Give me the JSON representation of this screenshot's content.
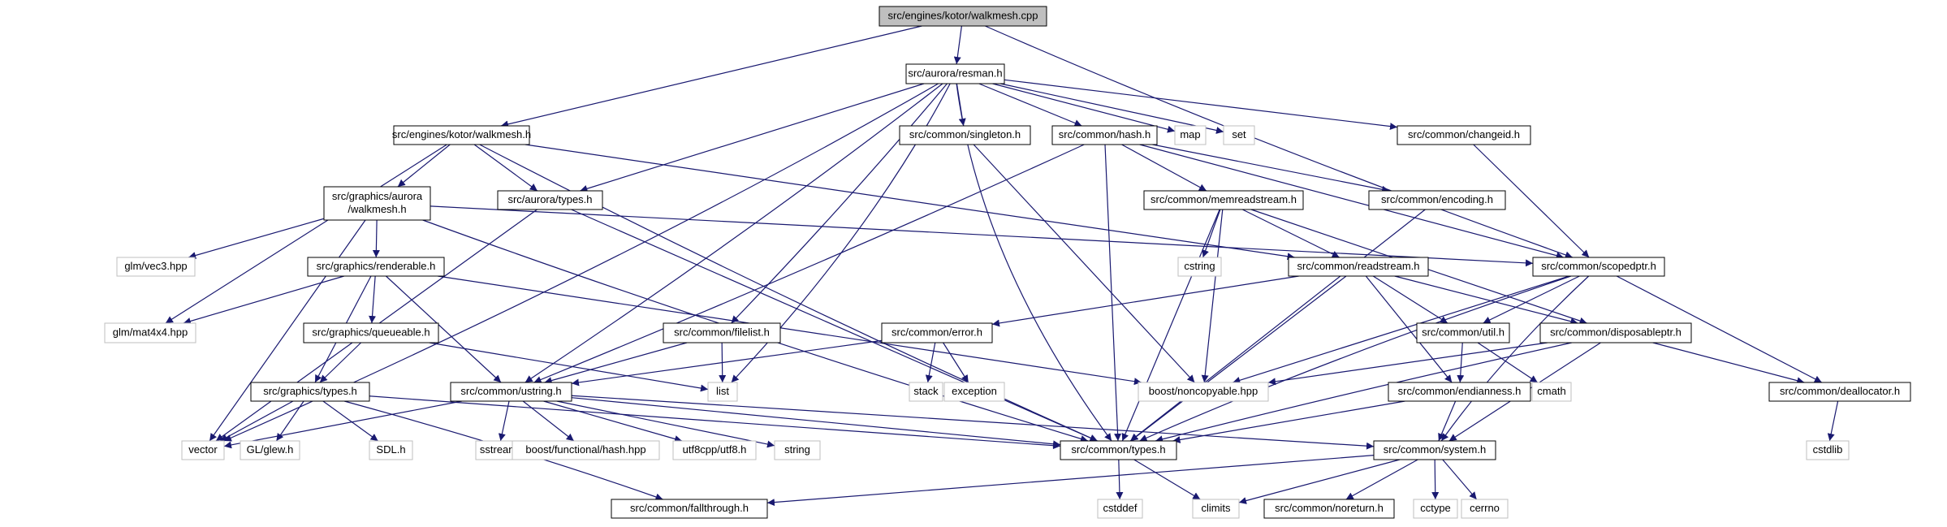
{
  "nodes": [
    {
      "id": "walkmesh_cpp",
      "label": "src/engines/kotor/walkmesh.cpp",
      "kind": "root"
    },
    {
      "id": "resman",
      "label": "src/aurora/resman.h",
      "kind": "documented"
    },
    {
      "id": "walkmesh_h",
      "label": "src/engines/kotor/walkmesh.h",
      "kind": "documented"
    },
    {
      "id": "singleton",
      "label": "src/common/singleton.h",
      "kind": "documented"
    },
    {
      "id": "hash",
      "label": "src/common/hash.h",
      "kind": "documented"
    },
    {
      "id": "map",
      "label": "map",
      "kind": "system"
    },
    {
      "id": "set",
      "label": "set",
      "kind": "system"
    },
    {
      "id": "changeid",
      "label": "src/common/changeid.h",
      "kind": "documented"
    },
    {
      "id": "gfx_aurora_walkmesh",
      "label": "src/graphics/aurora\n/walkmesh.h",
      "kind": "documented"
    },
    {
      "id": "aurora_types",
      "label": "src/aurora/types.h",
      "kind": "documented"
    },
    {
      "id": "memreadstream",
      "label": "src/common/memreadstream.h",
      "kind": "documented"
    },
    {
      "id": "encoding",
      "label": "src/common/encoding.h",
      "kind": "documented"
    },
    {
      "id": "glm_vec3",
      "label": "glm/vec3.hpp",
      "kind": "system"
    },
    {
      "id": "renderable",
      "label": "src/graphics/renderable.h",
      "kind": "documented"
    },
    {
      "id": "cstring",
      "label": "cstring",
      "kind": "system"
    },
    {
      "id": "readstream",
      "label": "src/common/readstream.h",
      "kind": "documented"
    },
    {
      "id": "scopedptr",
      "label": "src/common/scopedptr.h",
      "kind": "documented"
    },
    {
      "id": "glm_mat4x4",
      "label": "glm/mat4x4.hpp",
      "kind": "system"
    },
    {
      "id": "queueable",
      "label": "src/graphics/queueable.h",
      "kind": "documented"
    },
    {
      "id": "filelist",
      "label": "src/common/filelist.h",
      "kind": "documented"
    },
    {
      "id": "error",
      "label": "src/common/error.h",
      "kind": "documented"
    },
    {
      "id": "util",
      "label": "src/common/util.h",
      "kind": "documented"
    },
    {
      "id": "disposableptr",
      "label": "src/common/disposableptr.h",
      "kind": "documented"
    },
    {
      "id": "gfx_types",
      "label": "src/graphics/types.h",
      "kind": "documented"
    },
    {
      "id": "ustring",
      "label": "src/common/ustring.h",
      "kind": "documented"
    },
    {
      "id": "list",
      "label": "list",
      "kind": "system"
    },
    {
      "id": "stack",
      "label": "stack",
      "kind": "system"
    },
    {
      "id": "exception",
      "label": "exception",
      "kind": "system"
    },
    {
      "id": "noncopyable",
      "label": "boost/noncopyable.hpp",
      "kind": "system"
    },
    {
      "id": "cmath",
      "label": "cmath",
      "kind": "system"
    },
    {
      "id": "endianness",
      "label": "src/common/endianness.h",
      "kind": "documented"
    },
    {
      "id": "deallocator",
      "label": "src/common/deallocator.h",
      "kind": "documented"
    },
    {
      "id": "vector",
      "label": "vector",
      "kind": "system"
    },
    {
      "id": "glew",
      "label": "GL/glew.h",
      "kind": "system"
    },
    {
      "id": "sdl",
      "label": "SDL.h",
      "kind": "system"
    },
    {
      "id": "sstream",
      "label": "sstream",
      "kind": "system"
    },
    {
      "id": "boost_hash",
      "label": "boost/functional/hash.hpp",
      "kind": "system"
    },
    {
      "id": "utf8cpp",
      "label": "utf8cpp/utf8.h",
      "kind": "system"
    },
    {
      "id": "string",
      "label": "string",
      "kind": "system"
    },
    {
      "id": "common_types",
      "label": "src/common/types.h",
      "kind": "documented"
    },
    {
      "id": "system",
      "label": "src/common/system.h",
      "kind": "documented"
    },
    {
      "id": "cstdlib",
      "label": "cstdlib",
      "kind": "system"
    },
    {
      "id": "cstddef",
      "label": "cstddef",
      "kind": "system"
    },
    {
      "id": "climits",
      "label": "climits",
      "kind": "system"
    },
    {
      "id": "fallthrough",
      "label": "src/common/fallthrough.h",
      "kind": "documented"
    },
    {
      "id": "noreturn",
      "label": "src/common/noreturn.h",
      "kind": "documented"
    },
    {
      "id": "cctype",
      "label": "cctype",
      "kind": "system"
    },
    {
      "id": "cerrno",
      "label": "cerrno",
      "kind": "system"
    }
  ],
  "edges": [
    [
      "walkmesh_cpp",
      "resman"
    ],
    [
      "walkmesh_cpp",
      "walkmesh_h"
    ],
    [
      "walkmesh_cpp",
      "scopedptr"
    ],
    [
      "resman",
      "singleton"
    ],
    [
      "resman",
      "hash"
    ],
    [
      "resman",
      "map"
    ],
    [
      "resman",
      "set"
    ],
    [
      "resman",
      "changeid"
    ],
    [
      "resman",
      "aurora_types"
    ],
    [
      "resman",
      "ustring"
    ],
    [
      "resman",
      "filelist"
    ],
    [
      "resman",
      "list"
    ],
    [
      "resman",
      "vector"
    ],
    [
      "resman",
      "common_types"
    ],
    [
      "walkmesh_h",
      "gfx_aurora_walkmesh"
    ],
    [
      "walkmesh_h",
      "aurora_types"
    ],
    [
      "walkmesh_h",
      "readstream"
    ],
    [
      "walkmesh_h",
      "glm_mat4x4"
    ],
    [
      "walkmesh_h",
      "common_types"
    ],
    [
      "singleton",
      "noncopyable"
    ],
    [
      "hash",
      "memreadstream"
    ],
    [
      "hash",
      "encoding"
    ],
    [
      "hash",
      "scopedptr"
    ],
    [
      "hash",
      "ustring"
    ],
    [
      "hash",
      "common_types"
    ],
    [
      "changeid",
      "scopedptr"
    ],
    [
      "gfx_aurora_walkmesh",
      "glm_vec3"
    ],
    [
      "gfx_aurora_walkmesh",
      "renderable"
    ],
    [
      "gfx_aurora_walkmesh",
      "vector"
    ],
    [
      "gfx_aurora_walkmesh",
      "scopedptr"
    ],
    [
      "gfx_aurora_walkmesh",
      "common_types"
    ],
    [
      "aurora_types",
      "vector"
    ],
    [
      "aurora_types",
      "common_types"
    ],
    [
      "memreadstream",
      "cstring"
    ],
    [
      "memreadstream",
      "readstream"
    ],
    [
      "memreadstream",
      "disposableptr"
    ],
    [
      "memreadstream",
      "noncopyable"
    ],
    [
      "memreadstream",
      "common_types"
    ],
    [
      "encoding",
      "common_types"
    ],
    [
      "renderable",
      "glm_mat4x4"
    ],
    [
      "renderable",
      "queueable"
    ],
    [
      "renderable",
      "gfx_types"
    ],
    [
      "renderable",
      "ustring"
    ],
    [
      "renderable",
      "noncopyable"
    ],
    [
      "readstream",
      "error"
    ],
    [
      "readstream",
      "util"
    ],
    [
      "readstream",
      "disposableptr"
    ],
    [
      "readstream",
      "endianness"
    ],
    [
      "readstream",
      "common_types"
    ],
    [
      "scopedptr",
      "util"
    ],
    [
      "scopedptr",
      "deallocator"
    ],
    [
      "scopedptr",
      "noncopyable"
    ],
    [
      "scopedptr",
      "common_types"
    ],
    [
      "scopedptr",
      "system"
    ],
    [
      "queueable",
      "gfx_types"
    ],
    [
      "queueable",
      "list"
    ],
    [
      "filelist",
      "list"
    ],
    [
      "filelist",
      "ustring"
    ],
    [
      "error",
      "stack"
    ],
    [
      "error",
      "exception"
    ],
    [
      "error",
      "ustring"
    ],
    [
      "util",
      "cmath"
    ],
    [
      "util",
      "endianness"
    ],
    [
      "disposableptr",
      "deallocator"
    ],
    [
      "disposableptr",
      "noncopyable"
    ],
    [
      "disposableptr",
      "common_types"
    ],
    [
      "disposableptr",
      "system"
    ],
    [
      "gfx_types",
      "vector"
    ],
    [
      "gfx_types",
      "glew"
    ],
    [
      "gfx_types",
      "sdl"
    ],
    [
      "gfx_types",
      "common_types"
    ],
    [
      "gfx_types",
      "fallthrough"
    ],
    [
      "ustring",
      "vector"
    ],
    [
      "ustring",
      "sstream"
    ],
    [
      "ustring",
      "boost_hash"
    ],
    [
      "ustring",
      "utf8cpp"
    ],
    [
      "ustring",
      "string"
    ],
    [
      "ustring",
      "common_types"
    ],
    [
      "ustring",
      "system"
    ],
    [
      "endianness",
      "common_types"
    ],
    [
      "endianness",
      "system"
    ],
    [
      "deallocator",
      "cstdlib"
    ],
    [
      "common_types",
      "cstddef"
    ],
    [
      "common_types",
      "climits"
    ],
    [
      "system",
      "fallthrough"
    ],
    [
      "system",
      "noreturn"
    ],
    [
      "system",
      "climits"
    ],
    [
      "system",
      "cctype"
    ],
    [
      "system",
      "cerrno"
    ]
  ],
  "colors": {
    "edge": "#191970",
    "node_border": "#000000",
    "system_border": "#bfbfbf",
    "root_fill": "#bfbfbf",
    "text": "#000000"
  }
}
